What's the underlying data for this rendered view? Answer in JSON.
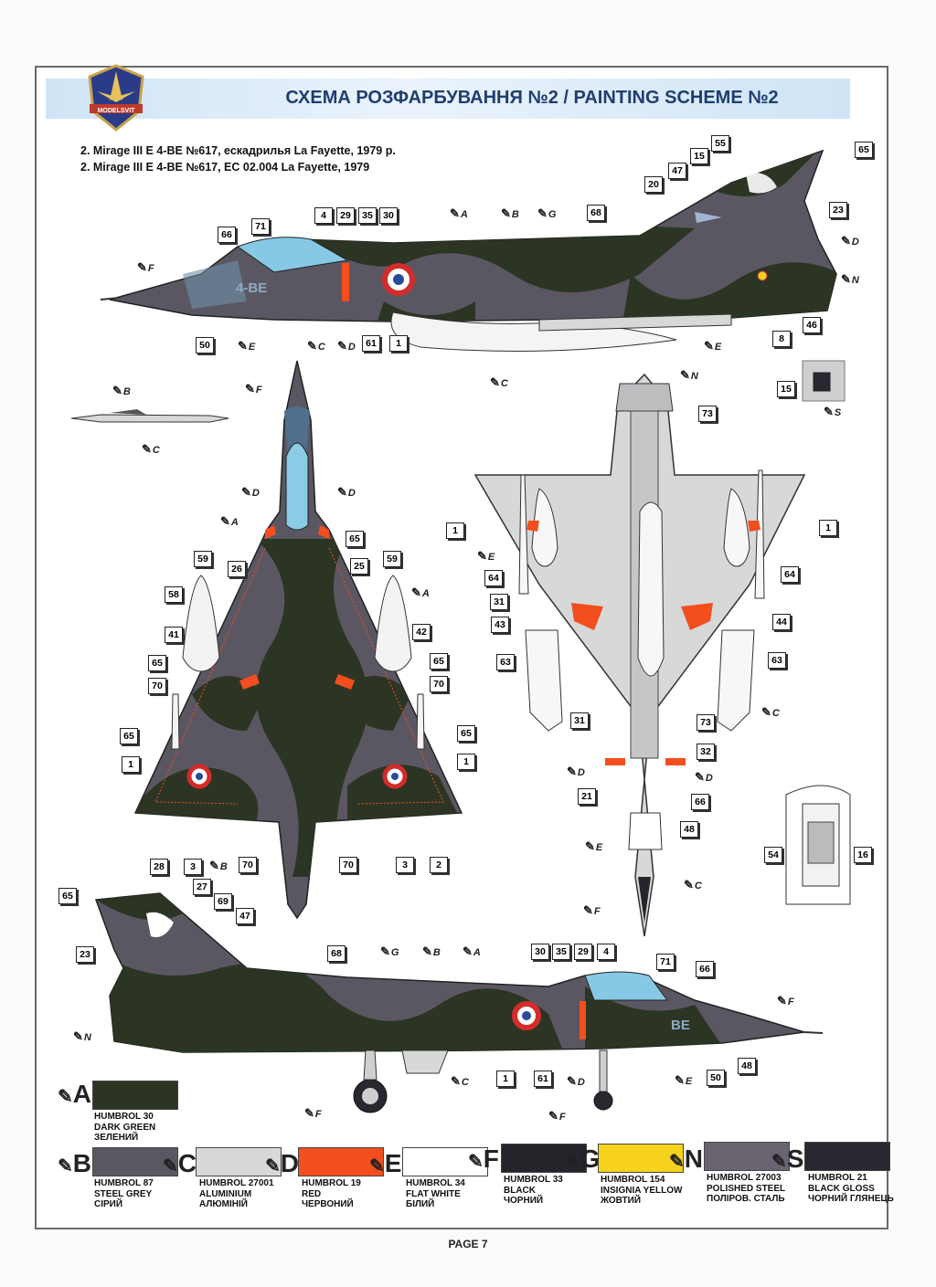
{
  "header": {
    "title": "СХЕМА РОЗФАРБУВАННЯ №2 / PAINTING SCHEME №2",
    "logo_text": "MODELSVIT"
  },
  "description": {
    "line1": "2. Mirage III E 4-BE №617, ескадрилья La Fayette, 1979 р.",
    "line2": "2. Mirage III E 4-BE №617, EC 02.004 La Fayette, 1979"
  },
  "aircraft": {
    "code": "4-BE",
    "code_short": "BE"
  },
  "callouts": [
    "55",
    "65",
    "15",
    "47",
    "20",
    "23",
    "4",
    "29",
    "35",
    "30",
    "68",
    "66",
    "71",
    "50",
    "61",
    "1",
    "8",
    "46",
    "59",
    "26",
    "58",
    "41",
    "70",
    "25",
    "42",
    "73",
    "64",
    "31",
    "43",
    "44",
    "63",
    "32",
    "21",
    "48",
    "27",
    "69",
    "28",
    "3",
    "2",
    "54",
    "16"
  ],
  "paint_marks": {
    "A": "A",
    "B": "B",
    "C": "C",
    "D": "D",
    "E": "E",
    "F": "F",
    "G": "G",
    "N": "N",
    "S": "S"
  },
  "colors": {
    "A": "#2c3524",
    "B": "#5b5762",
    "C": "#d7d8d8",
    "D": "#f24e1e",
    "E": "#ffffff",
    "F": "#26232a",
    "G": "#f6d21d",
    "N": "#6b6470",
    "S": "#2a2730"
  },
  "legend": [
    {
      "code": "A",
      "name": "HUMBROL 30",
      "en": "DARK GREEN",
      "ua": "ЗЕЛЕНИЙ"
    },
    {
      "code": "B",
      "name": "HUMBROL 87",
      "en": "STEEL GREY",
      "ua": "СІРИЙ"
    },
    {
      "code": "C",
      "name": "HUMBROL 27001",
      "en": "ALUMINIUM",
      "ua": "АЛЮМІНІЙ"
    },
    {
      "code": "D",
      "name": "HUMBROL 19",
      "en": "RED",
      "ua": "ЧЕРВОНИЙ"
    },
    {
      "code": "E",
      "name": "HUMBROL 34",
      "en": "FLAT WHITE",
      "ua": "БІЛИЙ"
    },
    {
      "code": "F",
      "name": "HUMBROL 33",
      "en": "BLACK",
      "ua": "ЧОРНИЙ"
    },
    {
      "code": "G",
      "name": "HUMBROL 154",
      "en": "INSIGNIA YELLOW",
      "ua": "ЖОВТИЙ"
    },
    {
      "code": "N",
      "name": "HUMBROL 27003",
      "en": "POLISHED STEEL",
      "ua": "ПОЛІРОВ. СТАЛЬ"
    },
    {
      "code": "S",
      "name": "HUMBROL 21",
      "en": "BLACK GLOSS",
      "ua": "ЧОРНИЙ ГЛЯНЕЦЬ"
    }
  ],
  "page": "PAGE 7"
}
